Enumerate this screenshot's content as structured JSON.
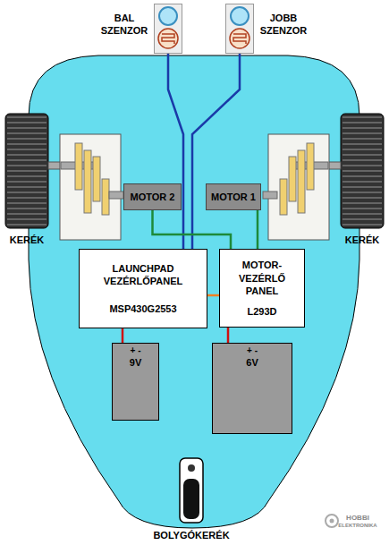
{
  "diagram": {
    "nodes": [
      {
        "text": [
          "BAL SZENZOR"
        ]
      },
      {
        "text": [
          "JOBB SZENZOR"
        ]
      },
      {
        "text": [
          "MOTOR 2"
        ]
      },
      {
        "text": [
          "MOTOR 1"
        ]
      },
      {
        "text": [
          "LAUNCHPAD VEZÉRLŐPANEL",
          "MSP430G2553"
        ]
      },
      {
        "text": [
          "MOTOR- VEZÉRLŐ PANEL",
          "L293D"
        ]
      },
      {
        "text": [
          "+ -",
          "9V"
        ]
      },
      {
        "text": [
          "+ -",
          "6V"
        ]
      }
    ],
    "edges": [
      {
        "from": 0,
        "to": 4,
        "arrow": "none"
      },
      {
        "from": 1,
        "to": 4,
        "arrow": "none"
      },
      {
        "from": 2,
        "to": 5,
        "arrow": "none"
      },
      {
        "from": 3,
        "to": 5,
        "arrow": "none"
      },
      {
        "from": 4,
        "to": 5,
        "arrow": "none"
      },
      {
        "from": 6,
        "to": 4,
        "arrow": "none"
      },
      {
        "from": 7,
        "to": 5,
        "arrow": "none"
      }
    ],
    "labels": [
      "KERÉK",
      "KERÉK",
      "BOLYGÓKERÉK",
      "HOBBI",
      "ELEKTRONIKA"
    ]
  }
}
